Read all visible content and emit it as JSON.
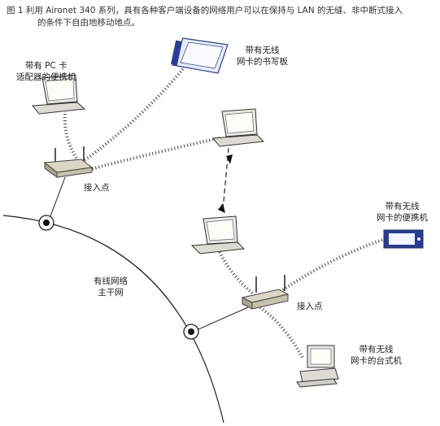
{
  "caption": {
    "line1": "图 1 利用 Aironet 340 系列，具有各种客户端设备的网络用户可以在保持与 LAN 的无缝、非中断式接入",
    "line2": "的条件下自由地移动地点。"
  },
  "labels": {
    "laptop_pc_card": [
      "带有 PC 卡",
      "适配器的便携机"
    ],
    "tablet_wireless": [
      "带有无线",
      "网卡的书写板"
    ],
    "laptop_wireless": [
      "带有无线",
      "网卡的便携机"
    ],
    "desktop_wireless": [
      "带有无线",
      "网卡的台式机"
    ],
    "access_point_1": "接入点",
    "access_point_2": "接入点",
    "backbone": [
      "有线网络",
      "主干网"
    ]
  }
}
